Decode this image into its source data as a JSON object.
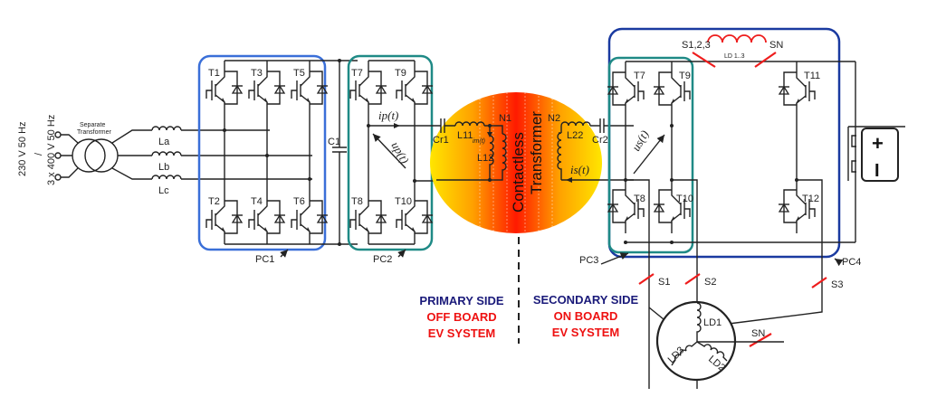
{
  "source": {
    "voltage_line1": "230 V 50 Hz",
    "voltage_sep": "/",
    "voltage_line2": "3 x 400 V 50 Hz",
    "transformer_line1": "Separate",
    "transformer_line2": "Transformer",
    "inductors": [
      "La",
      "Lb",
      "Lc"
    ]
  },
  "pc1": {
    "label": "PC1",
    "transistors": [
      "T1",
      "T3",
      "T5",
      "T2",
      "T4",
      "T6"
    ],
    "capacitor": "C1",
    "border_color": "#3a6fd8"
  },
  "pc2": {
    "label": "PC2",
    "transistors": [
      "T7",
      "T9",
      "T8",
      "T10"
    ],
    "current": "ip(t)",
    "voltage": "up(t)",
    "border_color": "#1f8a86"
  },
  "contactless_transformer": {
    "title_line1": "Contactless",
    "title_line2": "Transformer",
    "cr1": "Cr1",
    "cr2": "Cr2",
    "l11": "L11",
    "l12": "L12",
    "l22": "L22",
    "n1": "N1",
    "n2": "N2",
    "im": "im(t)",
    "is": "is(t)"
  },
  "pc3": {
    "label": "PC3",
    "transistors": [
      "T7",
      "T9",
      "T8",
      "T10"
    ],
    "voltage": "us(t)",
    "border_color": "#1f8a86"
  },
  "pc4": {
    "label": "PC4",
    "transistors": [
      "T11",
      "T12"
    ],
    "border_color": "#1a3aa0"
  },
  "switches": {
    "s123": "S1,2,3",
    "sn_top": "SN",
    "ld13": "LD 1..3",
    "s1": "S1",
    "s2": "S2",
    "s3": "S3",
    "sn_motor": "SN",
    "switch_color": "#ee1c1c"
  },
  "motor": {
    "windings": [
      "LD1",
      "LD2",
      "LD3"
    ]
  },
  "battery": {
    "plus": "+",
    "minus": "I"
  },
  "sides": {
    "primary": {
      "title": "PRIMARY SIDE",
      "line2": "OFF BOARD",
      "line3": "EV SYSTEM"
    },
    "secondary": {
      "title": "SECONDARY SIDE",
      "line2": "ON BOARD",
      "line3": "EV SYSTEM"
    }
  }
}
